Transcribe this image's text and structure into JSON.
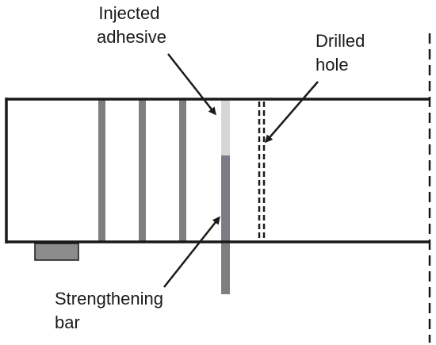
{
  "labels": {
    "injected_adhesive": [
      "Injected",
      "adhesive"
    ],
    "drilled_hole": [
      "Drilled",
      "hole"
    ],
    "strengthening_bar": [
      "Strengthening",
      "bar"
    ]
  },
  "colors": {
    "outline": "#1a1a1a",
    "bar": "#7f7f7f",
    "bar_inside": "#7c7c88",
    "adhesive": "#d6d6d6",
    "support": "#8c8c8c",
    "background": "#ffffff"
  }
}
